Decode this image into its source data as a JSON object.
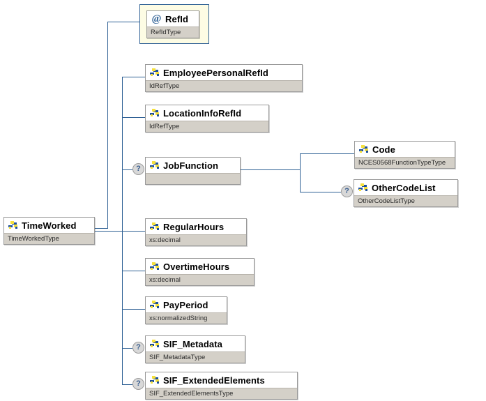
{
  "diagram": {
    "kind": "xml-schema-tree",
    "title": "TimeWorked",
    "colors": {
      "connector": "#2e6094",
      "node_border": "#9a9a9a",
      "type_row_bg": "#d4d0c8",
      "attribute_frame_bg": "#fdfce4",
      "attribute_frame_border": "#2e6094",
      "icon_blue": "#1c4f9c",
      "icon_yellow": "#f5e03c",
      "badge_bg": "#d8d8d8",
      "badge_text": "#3a5f8f"
    },
    "icons": {
      "element": "element-sparkle-icon",
      "attribute": "at-sign-icon",
      "optional": "question-mark-badge-icon"
    }
  },
  "root": {
    "name": "TimeWorked",
    "type": "TimeWorkedType",
    "icon": "element-sparkle-icon",
    "optional": false
  },
  "children": [
    {
      "id": "refid",
      "name": "RefId",
      "type": "RefIdType",
      "icon": "at-sign-icon",
      "kind": "attribute",
      "optional": false
    },
    {
      "id": "employeepersonalrefid",
      "name": "EmployeePersonalRefId",
      "type": "IdRefType",
      "icon": "element-sparkle-icon",
      "kind": "element",
      "optional": false
    },
    {
      "id": "locationinforefid",
      "name": "LocationInfoRefId",
      "type": "IdRefType",
      "icon": "element-sparkle-icon",
      "kind": "element",
      "optional": false
    },
    {
      "id": "jobfunction",
      "name": "JobFunction",
      "type": "",
      "icon": "element-sparkle-icon",
      "kind": "element",
      "optional": true,
      "badge": "?"
    },
    {
      "id": "regularhours",
      "name": "RegularHours",
      "type": "xs:decimal",
      "icon": "element-sparkle-icon",
      "kind": "element",
      "optional": false
    },
    {
      "id": "overtimehours",
      "name": "OvertimeHours",
      "type": "xs:decimal",
      "icon": "element-sparkle-icon",
      "kind": "element",
      "optional": false
    },
    {
      "id": "payperiod",
      "name": "PayPeriod",
      "type": "xs:normalizedString",
      "icon": "element-sparkle-icon",
      "kind": "element",
      "optional": false
    },
    {
      "id": "sif_metadata",
      "name": "SIF_Metadata",
      "type": "SIF_MetadataType",
      "icon": "element-sparkle-icon",
      "kind": "element",
      "optional": true,
      "badge": "?"
    },
    {
      "id": "sif_extendedelements",
      "name": "SIF_ExtendedElements",
      "type": "SIF_ExtendedElementsType",
      "icon": "element-sparkle-icon",
      "kind": "element",
      "optional": true,
      "badge": "?"
    }
  ],
  "jobfunction_children": [
    {
      "id": "code",
      "name": "Code",
      "type": "NCES0568FunctionTypeType",
      "icon": "element-sparkle-icon",
      "kind": "element",
      "optional": false
    },
    {
      "id": "othercodelist",
      "name": "OtherCodeList",
      "type": "OtherCodeListType",
      "icon": "element-sparkle-icon",
      "kind": "element",
      "optional": true,
      "badge": "?"
    }
  ]
}
